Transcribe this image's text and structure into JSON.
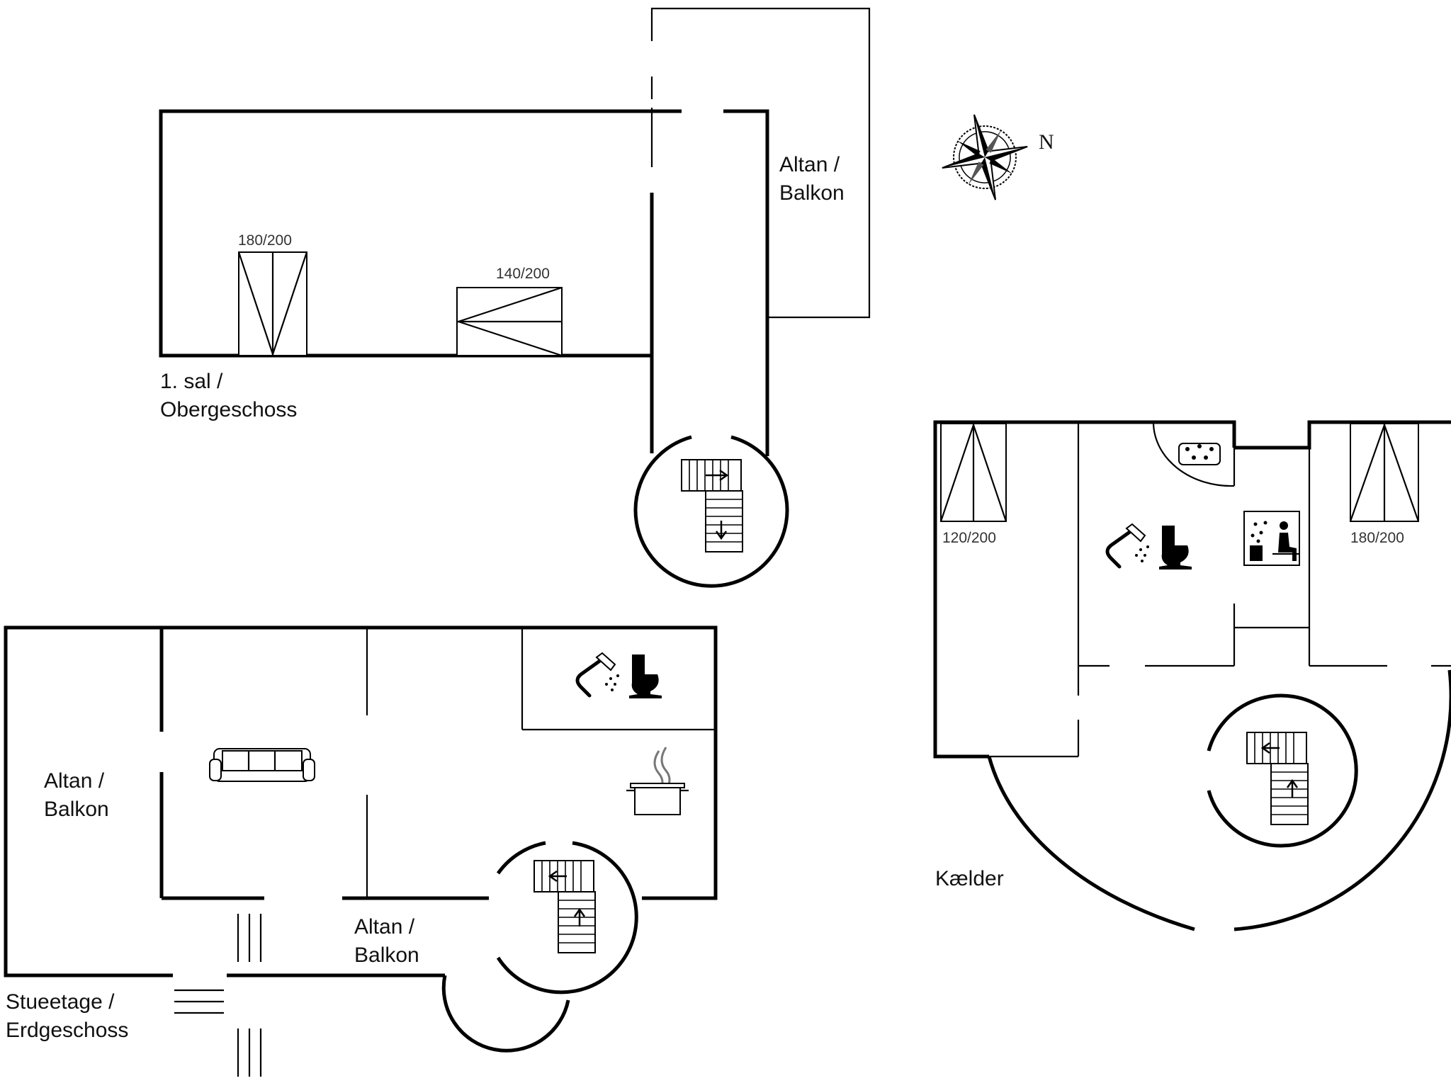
{
  "labels": {
    "first_floor": [
      "1. sal /",
      "Obergeschoss"
    ],
    "ground_floor": [
      "Stueetage /",
      "Erdgeschoss"
    ],
    "basement": "Kælder",
    "balcony_first_floor": [
      "Altan /",
      "Balkon"
    ],
    "balcony_ground_west": [
      "Altan /",
      "Balkon"
    ],
    "balcony_ground_south": [
      "Altan /",
      "Balkon"
    ],
    "north": "N"
  },
  "beds": {
    "first_floor_left": "180/200",
    "first_floor_right": "140/200",
    "basement_left": "120/200",
    "basement_right": "180/200"
  },
  "icons": [
    "compass-rose-icon",
    "bed-icon",
    "stair-icon",
    "shower-icon",
    "toilet-icon",
    "sofa-icon",
    "cooking-pot-icon",
    "bathtub-icon",
    "sauna-icon"
  ]
}
